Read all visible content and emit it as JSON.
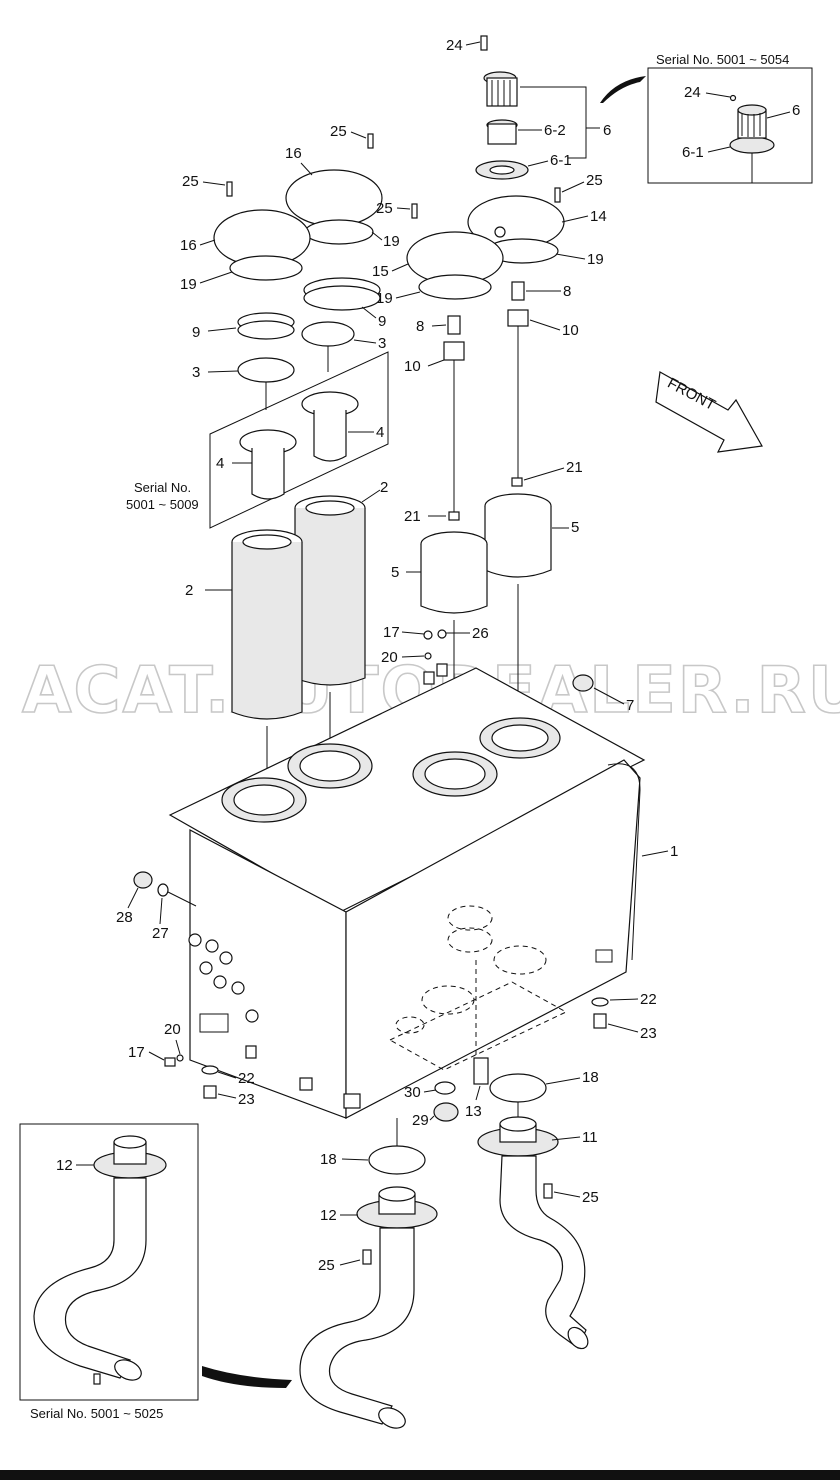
{
  "watermark": "ACAT.AUTODEALER.RU",
  "front_label": "FRONT",
  "insets": {
    "top_right": "Serial No. 5001 ~ 5054",
    "middle_left_line1": "Serial No.",
    "middle_left_line2": "5001 ~ 5009",
    "bottom_left": "Serial No. 5001 ~ 5025"
  },
  "callouts": {
    "c1": "1",
    "c2a": "2",
    "c2b": "2",
    "c3a": "3",
    "c3b": "3",
    "c4a": "4",
    "c4b": "4",
    "c5a": "5",
    "c5b": "5",
    "c6": "6",
    "c6i": "6",
    "c6_1": "6-1",
    "c6_1i": "6-1",
    "c6_2": "6-2",
    "c7": "7",
    "c8a": "8",
    "c8b": "8",
    "c9a": "9",
    "c9b": "9",
    "c10a": "10",
    "c10b": "10",
    "c11": "11",
    "c12a": "12",
    "c12b": "12",
    "c13": "13",
    "c14": "14",
    "c15": "15",
    "c16a": "16",
    "c16b": "16",
    "c17a": "17",
    "c17b": "17",
    "c17c": "17",
    "c18a": "18",
    "c18b": "18",
    "c19a": "19",
    "c19b": "19",
    "c19c": "19",
    "c19d": "19",
    "c20a": "20",
    "c20b": "20",
    "c20c": "20",
    "c21a": "21",
    "c21b": "21",
    "c22a": "22",
    "c22b": "22",
    "c23a": "23",
    "c23b": "23",
    "c24": "24",
    "c24i": "24",
    "c25a": "25",
    "c25b": "25",
    "c25c": "25",
    "c25d": "25",
    "c25e": "25",
    "c25f": "25",
    "c26a": "26",
    "c26b": "26",
    "c27": "27",
    "c28": "28",
    "c29": "29",
    "c30": "30"
  }
}
